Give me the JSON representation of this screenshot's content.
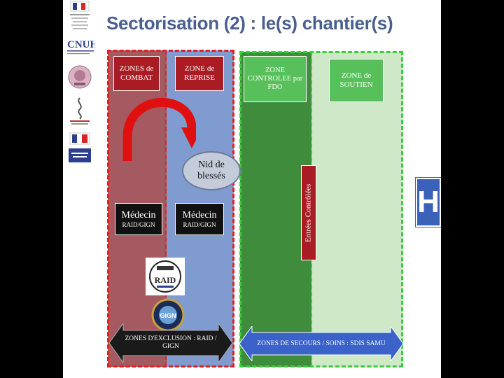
{
  "title": "Sectorisation (2) : le(s) chantier(s)",
  "zones": {
    "combat": "ZONES de COMBAT",
    "reprise": "ZONE de REPRISE",
    "controlee": "ZONE CONTROLEE par FDO",
    "soutien": "ZONE de SOUTIEN"
  },
  "nid": "Nid de blessés",
  "medecin1": {
    "name": "Médecin",
    "sub": "RAID/GIGN"
  },
  "medecin2": {
    "name": "Médecin",
    "sub": "RAID/GIGN"
  },
  "entrees": "Entrées Contrôlées",
  "arrow_left": "ZONES D'EXCLUSION : RAID / GIGN",
  "arrow_right": "ZONES DE SECOURS / SOINS : SDIS SAMU",
  "hospital": "H",
  "logos": [
    "raid-logo",
    "gign-logo"
  ],
  "logo_text": {
    "cnuh": "CNUH",
    "raid": "RAID",
    "gign": "GIGN"
  },
  "colors": {
    "title": "#4a5f8e",
    "combat": "#a45a60",
    "reprise": "#7f9bd0",
    "controlee": "#3f8d3c",
    "soutien": "#cfe8c8",
    "hospital": "#3a62b8"
  }
}
